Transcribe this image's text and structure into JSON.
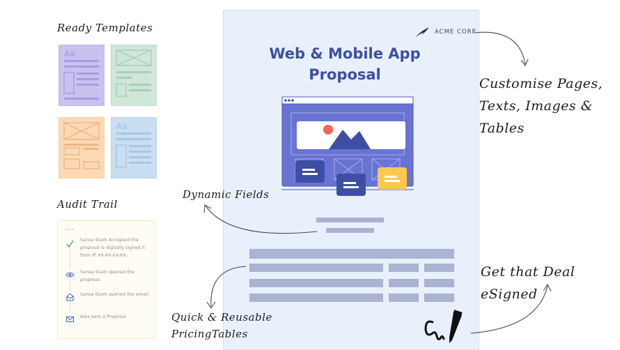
{
  "labels": {
    "ready_templates": "Ready Templates",
    "audit_trail": "Audit Trail",
    "dynamic_fields": "Dynamic Fields",
    "quick_reusable_line1": "Quick & Reusable",
    "quick_reusable_line2": "PricingTables",
    "customise_line1": "Customise Pages,",
    "customise_line2": "Texts, Images & Tables",
    "get_deal": "Get that Deal eSigned"
  },
  "thumbnails": [
    {
      "name": "purple-text-template",
      "text": "Aa",
      "color": "#c9c2ef"
    },
    {
      "name": "green-image-template",
      "text": "",
      "color": "#cfe6d8"
    },
    {
      "name": "orange-image-template",
      "text": "",
      "color": "#fcd9b5"
    },
    {
      "name": "blue-text-template",
      "text": "Aa",
      "color": "#c9def0"
    }
  ],
  "audit": {
    "dots": "...",
    "items": [
      {
        "icon": "check-icon",
        "text": "Sansa Stark Accepted the proposal & digitally signed it from IP XX-XX-XX-XX ."
      },
      {
        "icon": "eye-icon",
        "text": "Sansa Stark opened the proposal."
      },
      {
        "icon": "open-mail-icon",
        "text": "Sansa Stark opened the email."
      },
      {
        "icon": "mail-icon",
        "text": "Alex sent a Proposal"
      }
    ]
  },
  "document": {
    "brand": "ACME CORP",
    "title_line1": "Web & Mobile App",
    "title_line2": "Proposal"
  },
  "colors": {
    "accent": "#3d4fa3",
    "illustration": "#6873d2",
    "dark_card": "#3d4fa3",
    "yellow_card": "#fdc84e",
    "placeholder_bar": "#aab3d1",
    "doc_background": "#e8f0fb"
  }
}
